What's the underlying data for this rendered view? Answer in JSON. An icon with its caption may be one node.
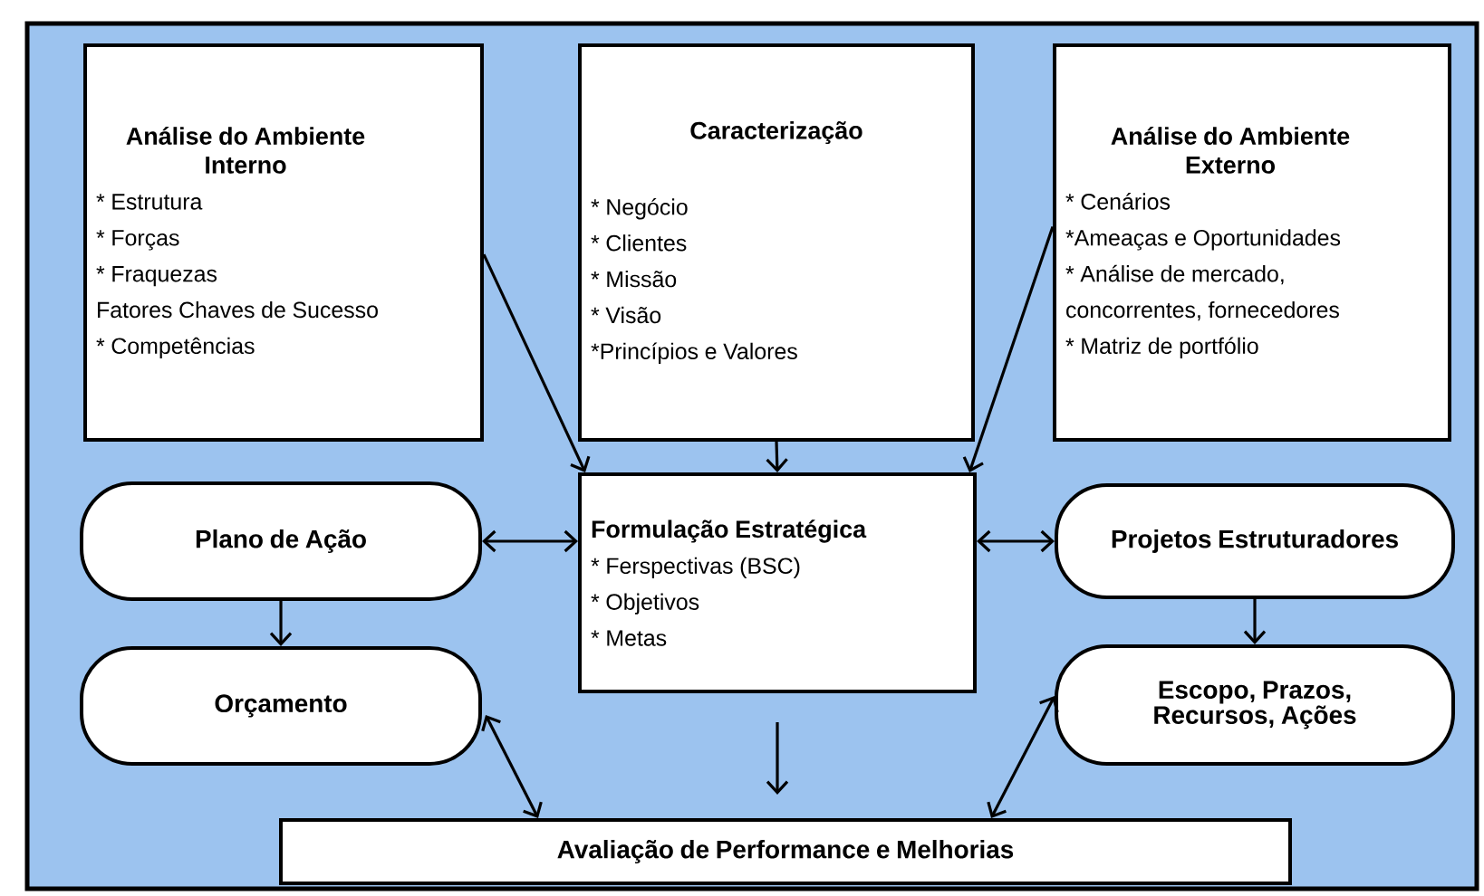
{
  "diagram": {
    "nodes": [
      {
        "text": [
          "Análise do Ambiente Interno",
          "* Estrutura",
          "* Forças",
          "* Fraquezas",
          "Fatores Chaves de Sucesso",
          "* Competências"
        ]
      },
      {
        "text": [
          "Caracterização",
          "* Negócio",
          "* Clientes",
          "* Missão",
          "* Visão",
          "*Princípios e Valores"
        ]
      },
      {
        "text": [
          "Análise do Ambiente Externo",
          "* Cenários",
          "*Ameaças e Oportunidades",
          "* Análise de mercado, concorrentes, fornecedores",
          "* Matriz de portfólio"
        ]
      },
      {
        "text": [
          "Plano de Ação"
        ]
      },
      {
        "text": [
          "Formulação Estratégica",
          "* Ferspectivas (BSC)",
          "* Objetivos",
          "* Metas"
        ]
      },
      {
        "text": [
          "Projetos Estruturadores"
        ]
      },
      {
        "text": [
          "Orçamento"
        ]
      },
      {
        "text": [
          "Escopo, Prazos, Recursos, Ações"
        ]
      },
      {
        "text": [
          "Avaliação de Performance e Melhorias"
        ]
      }
    ],
    "edges": [
      {
        "from": 0,
        "to": 4,
        "arrow": "to"
      },
      {
        "from": 1,
        "to": 4,
        "arrow": "to"
      },
      {
        "from": 2,
        "to": 4,
        "arrow": "to"
      },
      {
        "from": 3,
        "to": 4,
        "arrow": "both"
      },
      {
        "from": 4,
        "to": 5,
        "arrow": "both"
      },
      {
        "from": 3,
        "to": 6,
        "arrow": "to"
      },
      {
        "from": 5,
        "to": 7,
        "arrow": "to"
      },
      {
        "from": 6,
        "to": 8,
        "arrow": "both"
      },
      {
        "from": 7,
        "to": 8,
        "arrow": "both"
      },
      {
        "from": 4,
        "to": 8,
        "arrow": "to"
      }
    ]
  }
}
